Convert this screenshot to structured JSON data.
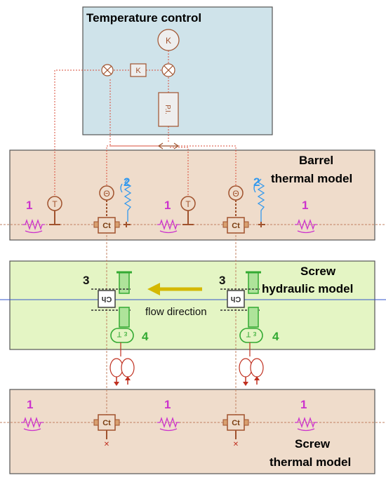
{
  "panels": {
    "temperature_control": {
      "title": "Temperature control",
      "fill": "#cfe3ea"
    },
    "barrel_thermal": {
      "title_line1": "Barrel",
      "title_line2": "thermal model",
      "fill": "#efdccb"
    },
    "screw_hydraulic": {
      "title_line1": "Screw",
      "title_line2": "hydraulic model",
      "fill": "#e4f5c4"
    },
    "screw_thermal": {
      "title_line1": "Screw",
      "title_line2": "thermal model",
      "fill": "#efdccb"
    }
  },
  "blocks": {
    "gain_k": "K",
    "source_k": "K",
    "pi_block": "P.I.",
    "temp_sensor": "T",
    "flux_source": "Θ",
    "thermal_capacity": "Ct",
    "hydraulic_capacity": "Ch",
    "pump_symbol": "ε T"
  },
  "labels": {
    "flow_direction": "flow direction",
    "n1": "1",
    "n2": "2",
    "n3": "3",
    "n4": "4"
  },
  "colors": {
    "magenta": "#cc33cc",
    "blue": "#3399ee",
    "green": "#33aa33",
    "component": "#a0522d",
    "flow_arrow": "#d4b800",
    "signal": "#d94c3a"
  }
}
